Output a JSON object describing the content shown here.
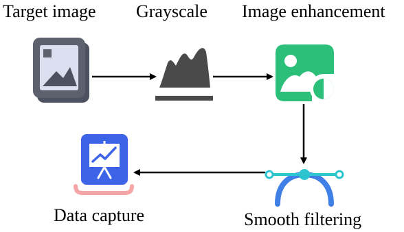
{
  "labels": {
    "target_image": "Target image",
    "grayscale": "Grayscale",
    "image_enhancement": "Image enhancement",
    "smooth_filtering": "Smooth filtering",
    "data_capture": "Data capture"
  },
  "icons": {
    "target_image": "picture-frame-icon",
    "grayscale": "grayscale-histogram-icon",
    "image_enhancement": "image-contrast-icon",
    "smooth_filtering": "bezier-curve-icon",
    "data_capture": "presentation-chart-icon"
  },
  "colors": {
    "frame_gray": "#5a5f6b",
    "frame_light": "#d9dcec",
    "mountain_gray": "#4a4a4a",
    "enhance_green": "#2bbf7a",
    "bezier_teal": "#2cc5cf",
    "bezier_blue": "#3f7fe6",
    "board_blue": "#3d63e6",
    "stand_pink": "#f5a5a5",
    "arrow": "#000000"
  }
}
